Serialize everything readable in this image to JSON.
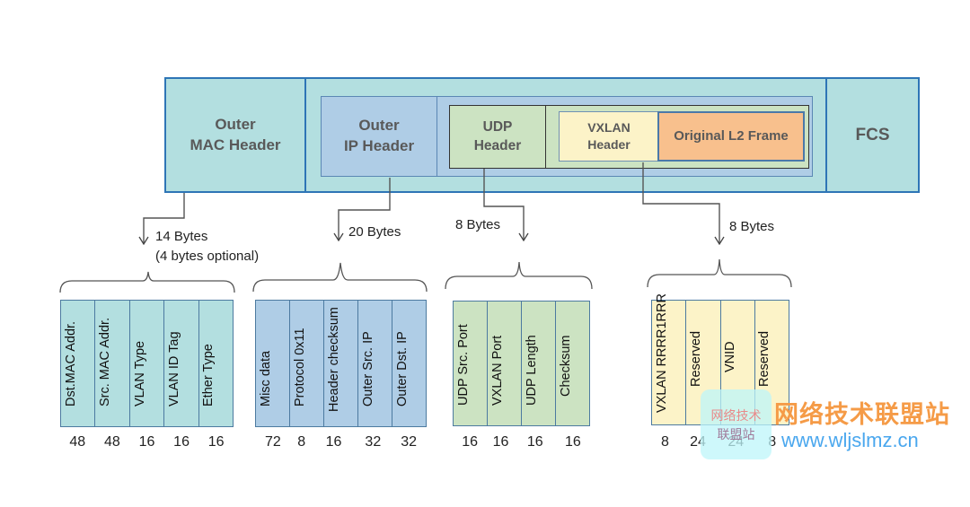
{
  "frame": {
    "outer_mac_header": "Outer\nMAC Header",
    "outer_ip_header": "Outer\nIP Header",
    "udp_header": "UDP\nHeader",
    "vxlan_header": "VXLAN\nHeader",
    "original_l2_frame": "Original L2 Frame",
    "fcs": "FCS"
  },
  "annotations": {
    "mac_size": "14 Bytes\n(4 bytes optional)",
    "ip_size": "20 Bytes",
    "udp_size": "8 Bytes",
    "vxlan_size": "8 Bytes"
  },
  "groups": {
    "mac": {
      "fields": [
        "Dst.MAC Addr.",
        "Src. MAC Addr.",
        "VLAN Type",
        "VLAN ID Tag",
        "Ether Type"
      ],
      "bits": [
        "48",
        "48",
        "16",
        "16",
        "16"
      ]
    },
    "ip": {
      "fields": [
        "Misc data",
        "Protocol 0x11",
        "Header checksum",
        "Outer Src. IP",
        "Outer Dst. IP"
      ],
      "bits": [
        "72",
        "8",
        "16",
        "32",
        "32"
      ]
    },
    "udp": {
      "fields": [
        "UDP Src. Port",
        "VXLAN Port",
        "UDP Length",
        "Checksum"
      ],
      "bits": [
        "16",
        "16",
        "16",
        "16"
      ]
    },
    "vxlan": {
      "fields": [
        "VXLAN RRRR1RRR",
        "Reserved",
        "VNID",
        "Reserved"
      ],
      "bits": [
        "8",
        "24",
        "24",
        "8"
      ]
    }
  },
  "watermark": {
    "site_name": "网络技术联盟站",
    "badge_line1": "网络技术",
    "badge_line2": "联盟站",
    "url": "www.wljslmz.cn"
  },
  "colors": {
    "mac": "#b3dfe0",
    "ip": "#afcde6",
    "udp": "#cce3c2",
    "vxlan": "#fcf3c8",
    "l2": "#f8c08d",
    "frame_border": "#2e75b6"
  }
}
